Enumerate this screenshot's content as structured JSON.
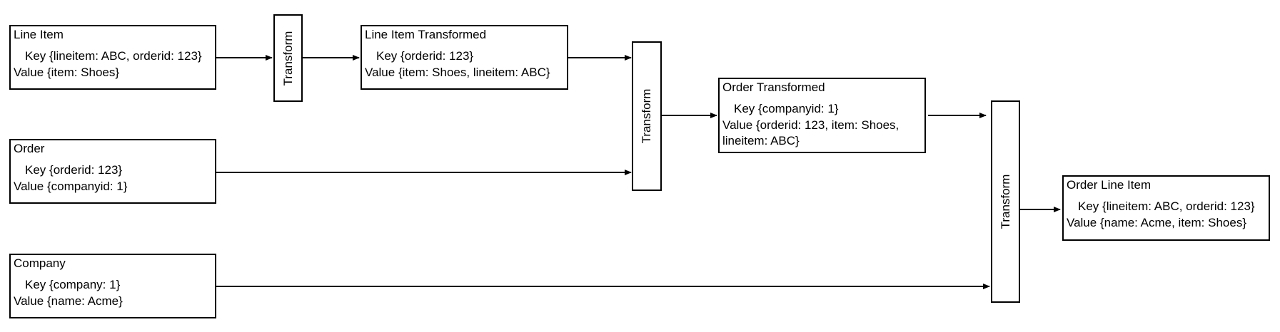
{
  "boxes": {
    "line_item": {
      "title": "Line Item",
      "key": "Key {lineitem: ABC, orderid: 123}",
      "value": "Value {item: Shoes}"
    },
    "order": {
      "title": "Order",
      "key": "Key {orderid: 123}",
      "value": "Value {companyid: 1}"
    },
    "company": {
      "title": "Company",
      "key": "Key {company: 1}",
      "value": "Value {name: Acme}"
    },
    "line_item_transformed": {
      "title": "Line Item Transformed",
      "key": "Key {orderid: 123}",
      "value": "Value {item: Shoes, lineitem: ABC}"
    },
    "order_transformed": {
      "title": "Order Transformed",
      "key": "Key {companyid: 1}",
      "value_line1": "Value {orderid: 123, item: Shoes,",
      "value_line2": "lineitem: ABC}"
    },
    "order_line_item": {
      "title": "Order Line Item",
      "key": "Key {lineitem: ABC, orderid: 123}",
      "value": "Value {name: Acme, item: Shoes}"
    }
  },
  "transforms": {
    "t1": "Transform",
    "t2": "Transform",
    "t3": "Transform"
  }
}
